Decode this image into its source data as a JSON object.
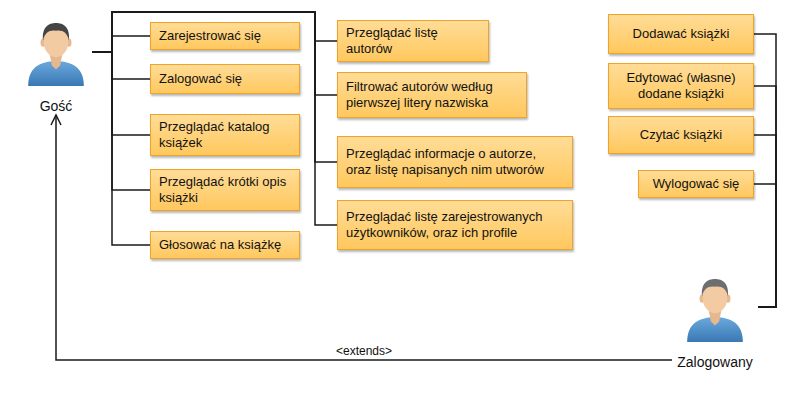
{
  "diagram": {
    "nodes": [
      {
        "text": [
          "Gość"
        ]
      },
      {
        "text": [
          "Zarejestrować się"
        ]
      },
      {
        "text": [
          "Zalogować się"
        ]
      },
      {
        "text": [
          "Przeglądać katalog książek"
        ]
      },
      {
        "text": [
          "Przeglądać krótki opis książki"
        ]
      },
      {
        "text": [
          "Głosować na książkę"
        ]
      },
      {
        "text": [
          "Przeglądać listę autorów"
        ]
      },
      {
        "text": [
          "Filtrować autorów według pierwszej litery nazwiska"
        ]
      },
      {
        "text": [
          "Przeglądać informacje o autorze, oraz listę napisanych nim utworów"
        ]
      },
      {
        "text": [
          "Przeglądać listę zarejestrowanych użytkowników, oraz ich profile"
        ]
      },
      {
        "text": [
          "Dodawać książki"
        ]
      },
      {
        "text": [
          "Edytować (własne) dodane książki"
        ]
      },
      {
        "text": [
          "Czytać książki"
        ]
      },
      {
        "text": [
          "Wylogować się"
        ]
      },
      {
        "text": [
          "Zalogowany"
        ]
      }
    ],
    "edges": [
      {
        "from": 0,
        "to": 1,
        "arrow": "none"
      },
      {
        "from": 0,
        "to": 2,
        "arrow": "none"
      },
      {
        "from": 0,
        "to": 3,
        "arrow": "none"
      },
      {
        "from": 0,
        "to": 4,
        "arrow": "none"
      },
      {
        "from": 0,
        "to": 5,
        "arrow": "none"
      },
      {
        "from": 0,
        "to": 6,
        "arrow": "none"
      },
      {
        "from": 0,
        "to": 7,
        "arrow": "none"
      },
      {
        "from": 0,
        "to": 8,
        "arrow": "none"
      },
      {
        "from": 0,
        "to": 9,
        "arrow": "none"
      },
      {
        "from": 14,
        "to": 10,
        "arrow": "none"
      },
      {
        "from": 14,
        "to": 11,
        "arrow": "none"
      },
      {
        "from": 14,
        "to": 12,
        "arrow": "none"
      },
      {
        "from": 14,
        "to": 13,
        "arrow": "none"
      },
      {
        "from": 14,
        "to": 0,
        "label": "<extends>",
        "arrow": "to"
      }
    ]
  }
}
